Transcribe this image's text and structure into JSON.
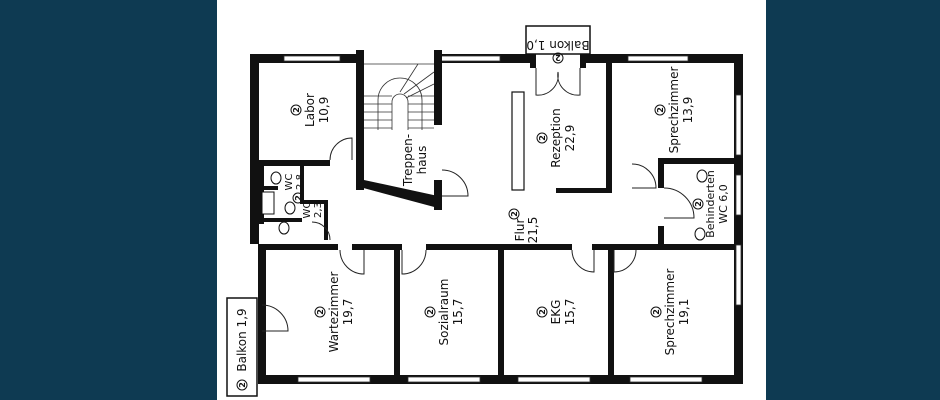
{
  "plan": {
    "title": "Grundriss Praxis",
    "unit_marker": "2",
    "rooms": [
      {
        "id": "labor",
        "name": "Labor",
        "area": "10,9"
      },
      {
        "id": "treppenhaus",
        "name": "Treppen-",
        "name2": "haus",
        "area": ""
      },
      {
        "id": "rezeption",
        "name": "Rezeption",
        "area": "22,9"
      },
      {
        "id": "sprechzimmer1",
        "name": "Sprechzimmer",
        "area": "13,9"
      },
      {
        "id": "wc1",
        "name": "WC",
        "area": "2,8"
      },
      {
        "id": "wc2",
        "name": "WC",
        "area": "2,3"
      },
      {
        "id": "flur",
        "name": "Flur",
        "area": "21,5"
      },
      {
        "id": "behinderten_wc",
        "name": "Behinderten",
        "name2": "WC 6,0",
        "area": ""
      },
      {
        "id": "wartezimmer",
        "name": "Wartezimmer",
        "area": "19,7"
      },
      {
        "id": "sozialraum",
        "name": "Sozialraum",
        "area": "15,7"
      },
      {
        "id": "ekg",
        "name": "EKG",
        "area": "15,7"
      },
      {
        "id": "sprechzimmer2",
        "name": "Sprechzimmer",
        "area": "19,1"
      },
      {
        "id": "balkon_top",
        "name": "Balkon 1,0"
      },
      {
        "id": "balkon_left",
        "name": "Balkon 1,9"
      }
    ]
  },
  "colors": {
    "background": "#0e3a52",
    "panel": "#ffffff",
    "walls": "#111111"
  }
}
